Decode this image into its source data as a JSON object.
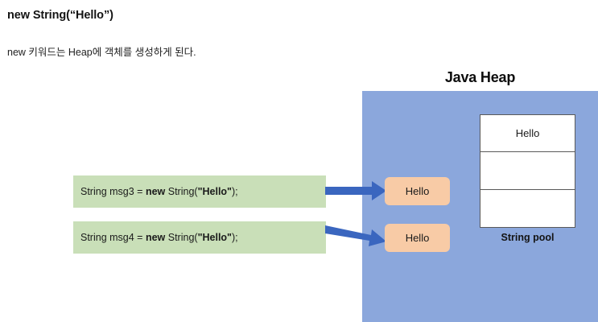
{
  "heading": "new String(“Hello”)",
  "subtext": "new 키워드는 Heap에 객체를 생성하게 된다.",
  "heap": {
    "title": "Java Heap",
    "fill_color": "#8BA7DC"
  },
  "string_pool": {
    "label": "String pool",
    "cells": [
      "Hello",
      "",
      ""
    ],
    "border_color": "#595959",
    "fill_color": "#FFFFFF"
  },
  "code_boxes": [
    {
      "prefix": "String msg3 = ",
      "keyword": "new",
      "middle": " String(",
      "literal": "\"Hello\"",
      "suffix": ");",
      "fill_color": "#C9DFB8"
    },
    {
      "prefix": "String msg4 = ",
      "keyword": "new",
      "middle": " String(",
      "literal": "\"Hello\"",
      "suffix": ");",
      "fill_color": "#C9DFB8"
    }
  ],
  "objects": [
    {
      "label": "Hello",
      "fill_color": "#F8CBA6"
    },
    {
      "label": "Hello",
      "fill_color": "#F8CBA6"
    }
  ],
  "arrows": {
    "color": "#3A66BF",
    "count": 2
  }
}
